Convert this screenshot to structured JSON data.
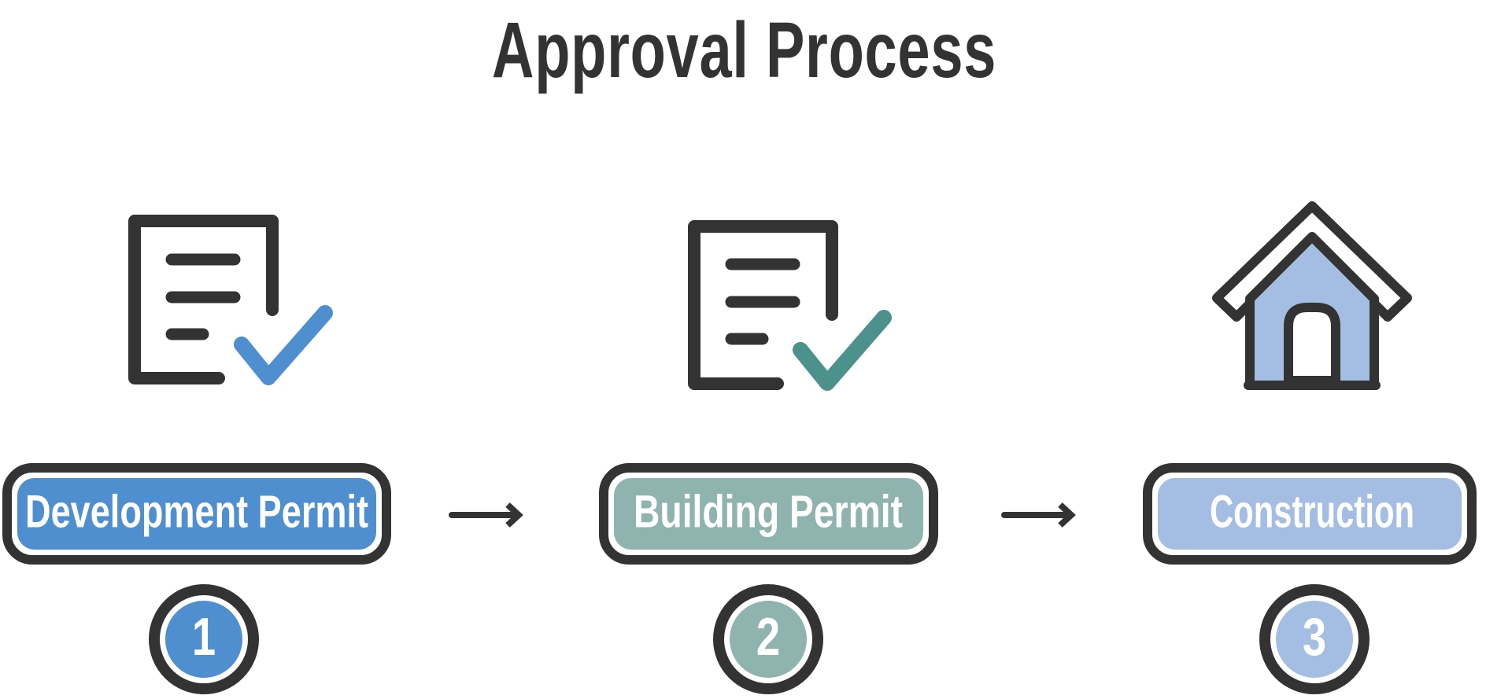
{
  "title": "Approval Process",
  "steps": [
    {
      "number": "1",
      "label": "Development Permit",
      "icon": "document-check-icon",
      "fill_color": "#4f8ecf",
      "accent_color": "#4f8ecf"
    },
    {
      "number": "2",
      "label": "Building  Permit",
      "icon": "document-check-icon",
      "fill_color": "#8fb3ae",
      "accent_color": "#4d918c"
    },
    {
      "number": "3",
      "label": "Construction",
      "icon": "house-icon",
      "fill_color": "#a3bde3",
      "accent_color": "#a3bde3"
    }
  ],
  "connector": "arrow-right-icon",
  "colors": {
    "outline": "#333333",
    "text": "#ffffff",
    "background": "#ffffff"
  }
}
